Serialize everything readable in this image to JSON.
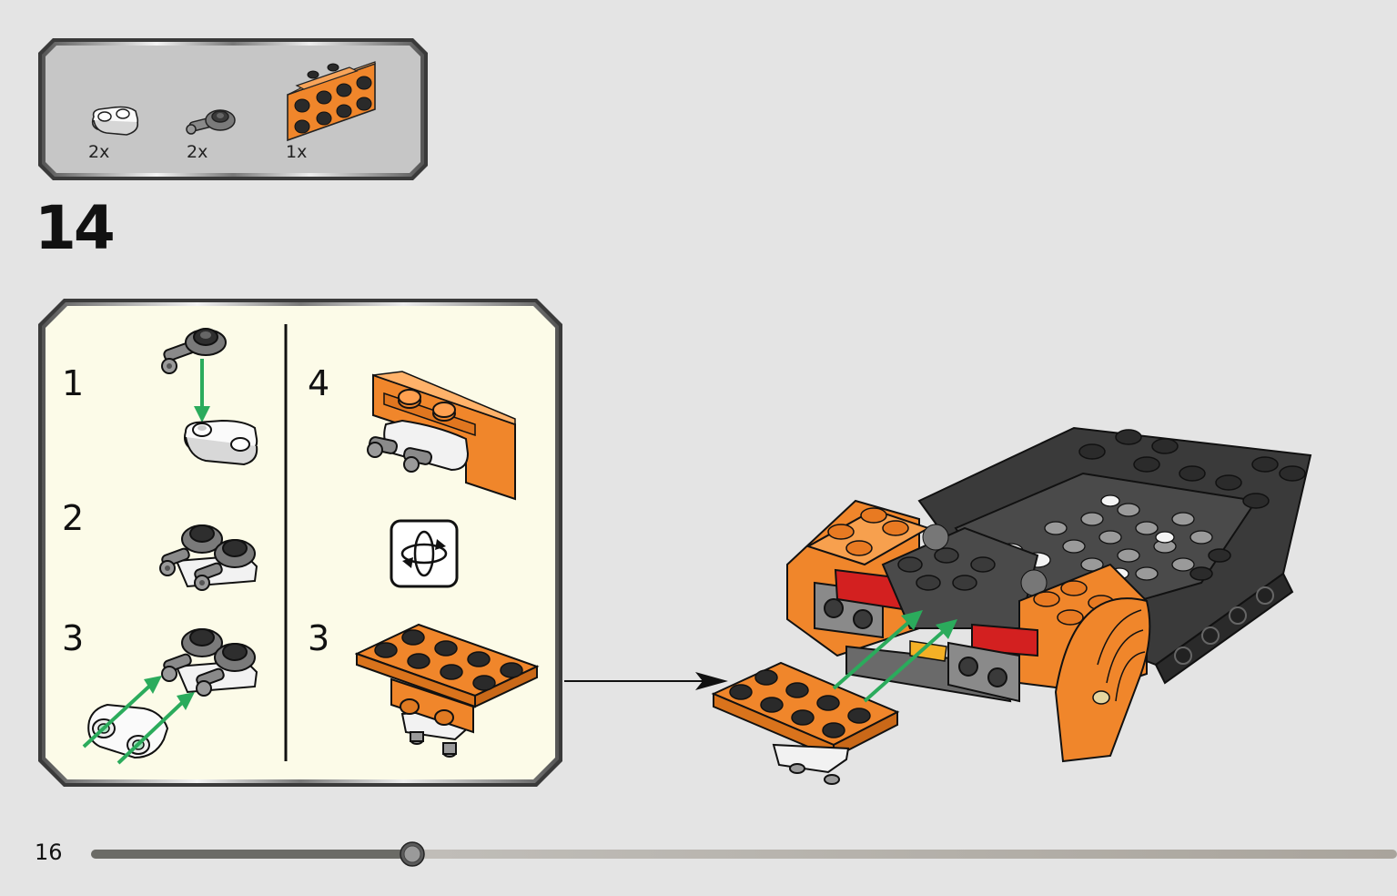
{
  "parts_list": [
    {
      "quantity": "2x",
      "icon": "white-round-plate-1x2-icon",
      "color": "#f2f2f2"
    },
    {
      "quantity": "2x",
      "icon": "grey-ball-joint-plate-icon",
      "color": "#8a8a8a"
    },
    {
      "quantity": "1x",
      "icon": "orange-bracket-plate-icon",
      "color": "#f0862b"
    }
  ],
  "step": {
    "number": "14"
  },
  "sub_steps": [
    {
      "label": "1"
    },
    {
      "label": "2"
    },
    {
      "label": "3"
    },
    {
      "label": "4"
    },
    {
      "label": "3"
    }
  ],
  "rotate_icon": "rotate-model-icon",
  "page": {
    "number": "16",
    "progress": 0.246
  },
  "colors": {
    "orange": "#f0862b",
    "dark_grey": "#3a3a3a",
    "light_grey": "#9a9a9a",
    "red": "#d32020",
    "arrow_green": "#2bab5c",
    "panel_yellow": "#fcfbe8",
    "background": "#e4e4e4"
  }
}
